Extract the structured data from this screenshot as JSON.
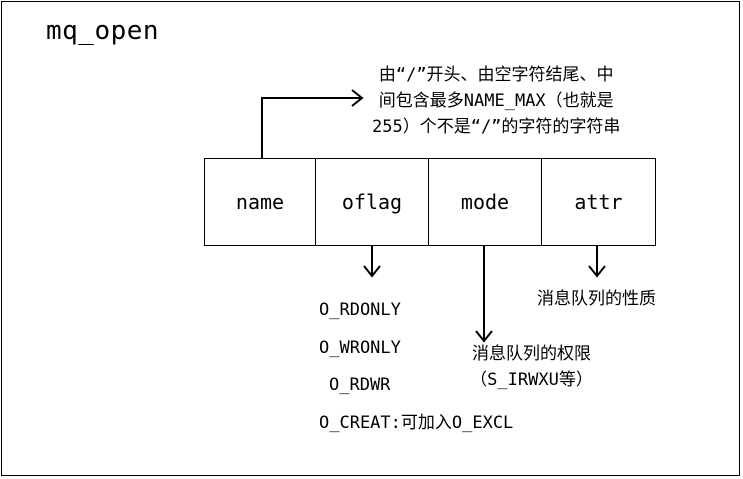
{
  "title": "mq_open",
  "params": [
    {
      "id": "name",
      "label": "name"
    },
    {
      "id": "oflag",
      "label": "oflag"
    },
    {
      "id": "mode",
      "label": "mode"
    },
    {
      "id": "attr",
      "label": "attr"
    }
  ],
  "name_note": {
    "line1": "由“/”开头、由空字符结尾、中",
    "line2": "间包含最多NAME_MAX（也就是",
    "line3": "255）个不是“/”的字符的字符串"
  },
  "oflag_values": [
    "O_RDONLY",
    "O_WRONLY",
    "O_RDWR",
    "O_CREAT:可加入O_EXCL"
  ],
  "mode_note": {
    "line1": "消息队列的权限",
    "line2": "（S_IRWXU等）"
  },
  "attr_note": "消息队列的性质"
}
